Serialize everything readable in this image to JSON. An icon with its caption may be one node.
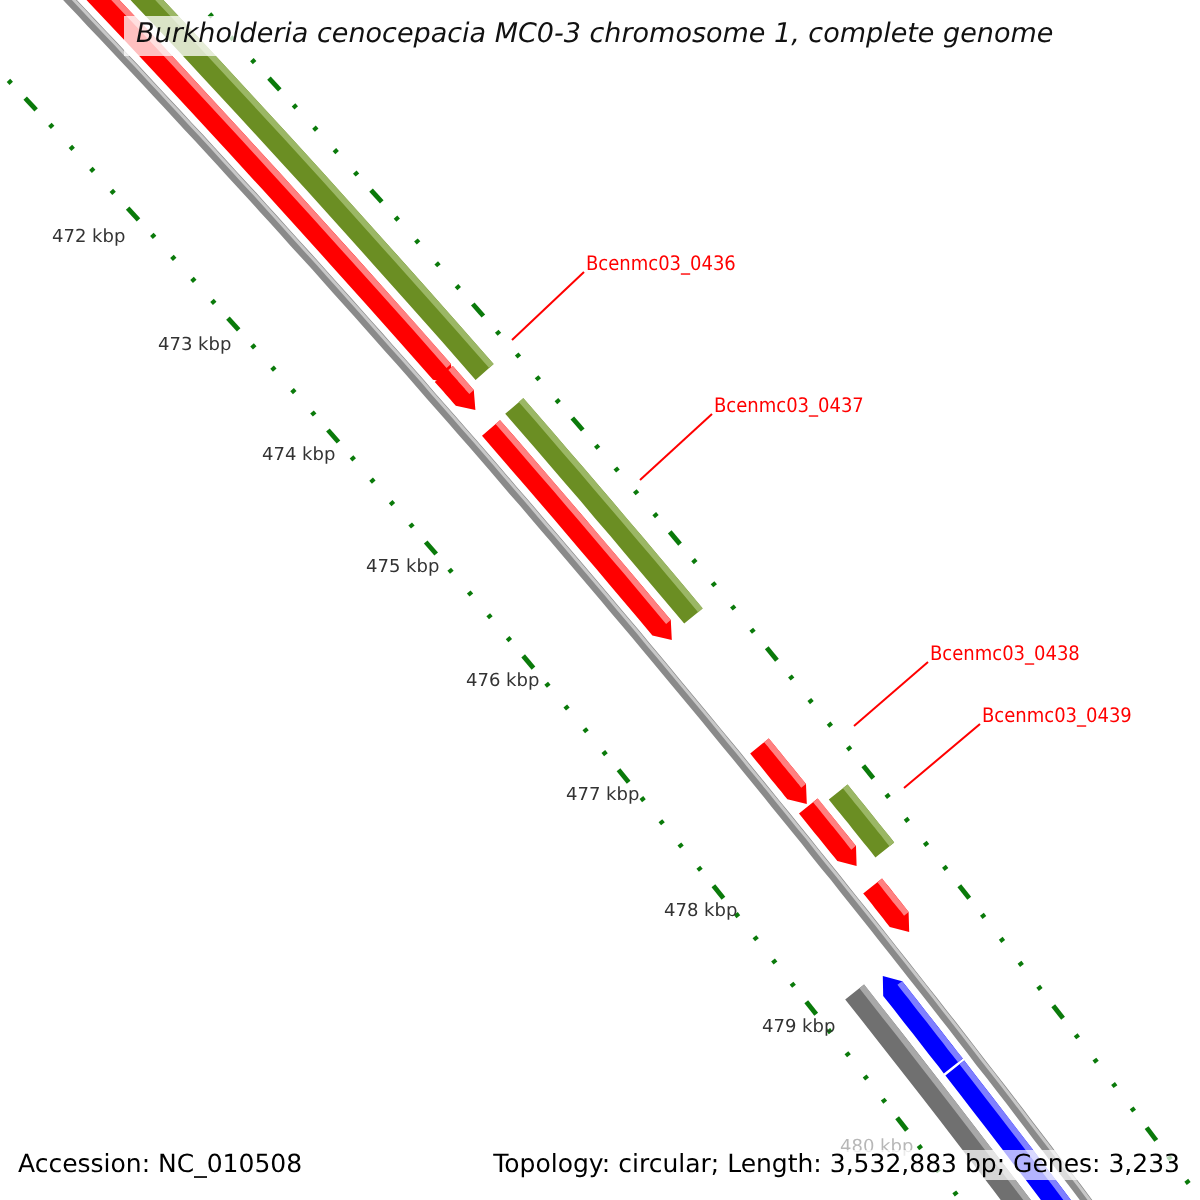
{
  "diagram": {
    "title": "Burkholderia cenocepacia MC0-3 chromosome 1, complete genome",
    "nodes": [
      {
        "text": [
          "Bcenmc03_0436"
        ]
      },
      {
        "text": [
          "Bcenmc03_0437"
        ]
      },
      {
        "text": [
          "Bcenmc03_0438"
        ]
      },
      {
        "text": [
          "Bcenmc03_0439"
        ]
      }
    ],
    "edges": [
      {
        "from": 0,
        "to": null,
        "arrow": "none"
      },
      {
        "from": 1,
        "to": null,
        "arrow": "none"
      },
      {
        "from": 2,
        "to": null,
        "arrow": "none"
      },
      {
        "from": 3,
        "to": null,
        "arrow": "none"
      }
    ],
    "labels": [
      "472 kbp",
      "473 kbp",
      "474 kbp",
      "475 kbp",
      "476 kbp",
      "477 kbp",
      "478 kbp",
      "479 kbp",
      "480 kbp",
      "Accession: NC_010508",
      "Topology: circular; Length: 3,532,883 bp; Genes: 3,233"
    ]
  }
}
